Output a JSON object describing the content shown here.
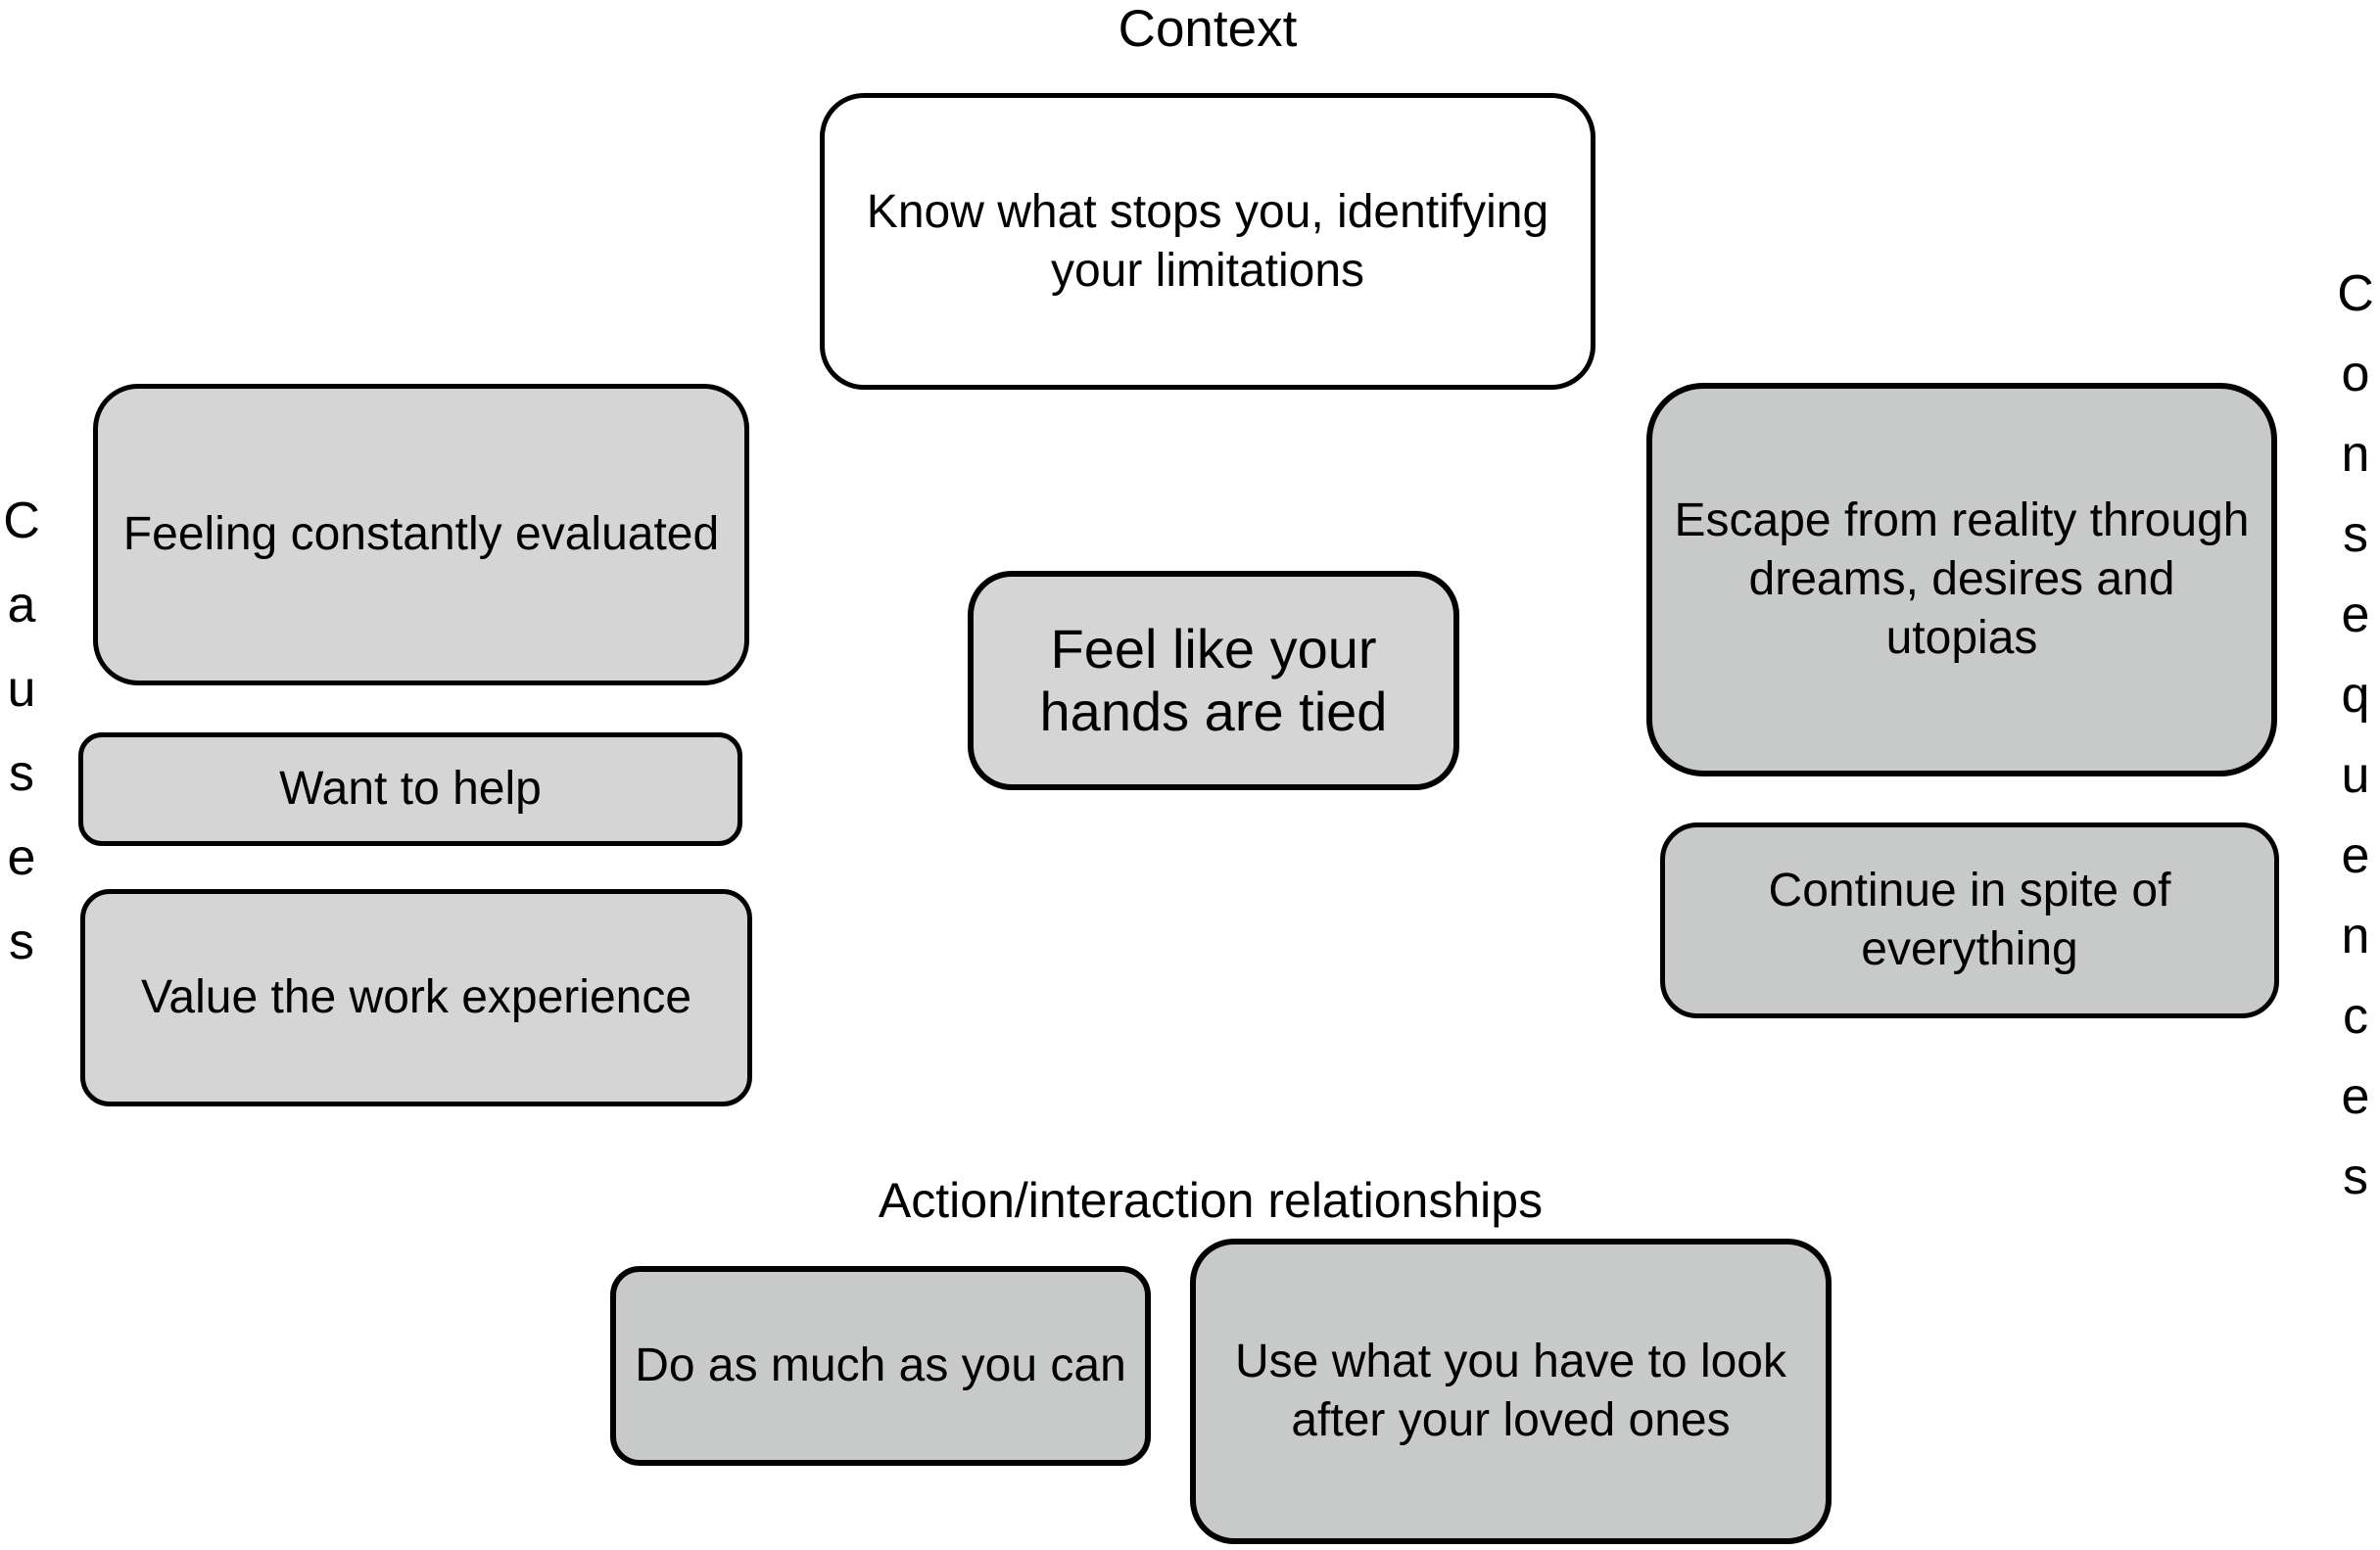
{
  "diagram": {
    "context": {
      "label": "Context",
      "text": "Know what stops you, identifying your limitations"
    },
    "causes": {
      "label": "Causes",
      "items": [
        "Feeling constantly evaluated",
        "Want to help",
        "Value the work experience"
      ]
    },
    "core_category": {
      "text": "Feel like your hands are tied"
    },
    "consequences": {
      "label": "Consequences",
      "items": [
        "Escape from reality through dreams, desires and utopias",
        "Continue in spite of everything"
      ]
    },
    "actions": {
      "label": "Action/interaction relationships",
      "items": [
        "Do as much as you can",
        "Use what you have to look after your loved ones"
      ]
    },
    "colors": {
      "box_light": "#d4d5d4",
      "box_dark": "#c8cac9",
      "box_white": "#ffffff",
      "border": "#000000",
      "text": "#000000",
      "background": "#ffffff"
    }
  }
}
